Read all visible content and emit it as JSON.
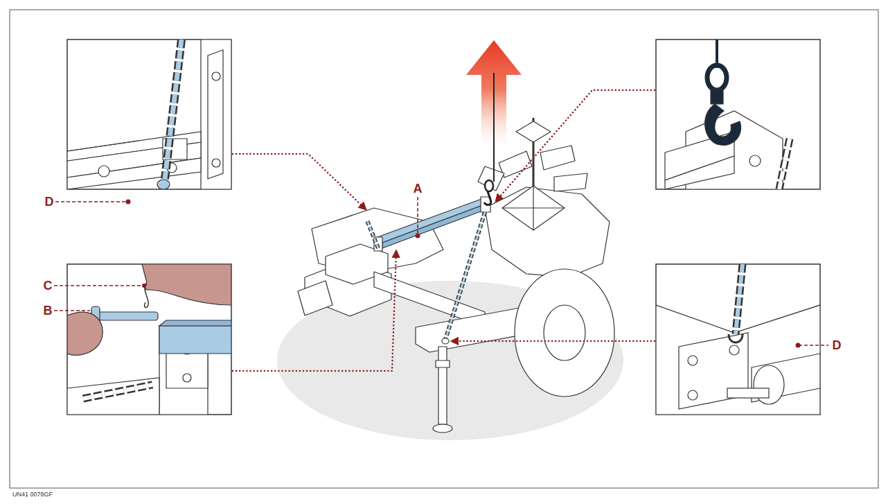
{
  "diagram": {
    "labels": [
      "A",
      "D",
      "C",
      "B",
      "D",
      "UN41 0078GF"
    ]
  }
}
